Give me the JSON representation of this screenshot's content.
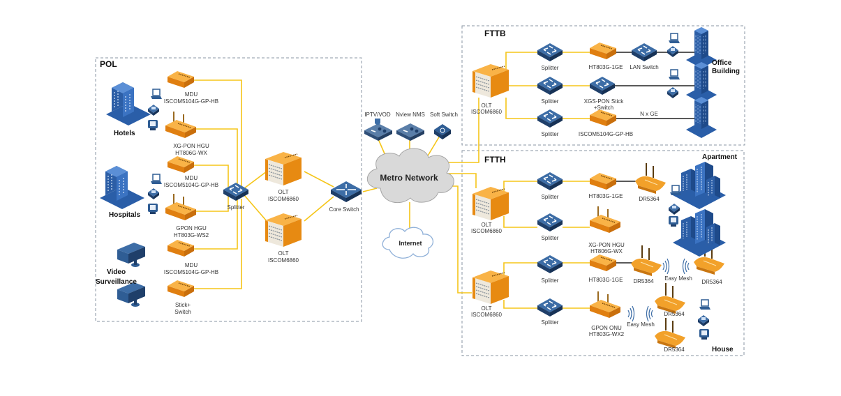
{
  "regions": {
    "pol": "POL",
    "fttb": "FTTB",
    "ftth": "FTTH"
  },
  "colors": {
    "fiber": "#f5c518",
    "copper": "#222222",
    "device_orange": "#f39c1e",
    "device_blue": "#2f5d94",
    "building_blue": "#2a5ea8",
    "cloud": "#dcdcdc",
    "region_border": "#8a96a3"
  },
  "pol": {
    "user_groups": [
      "Hotels",
      "Hospitals",
      "Video Surveillance"
    ],
    "devices": [
      {
        "line1": "MDU",
        "line2": "ISCOM5104G-GP-HB"
      },
      {
        "line1": "XG-PON HGU",
        "line2": "HT806G-WX"
      },
      {
        "line1": "MDU",
        "line2": "ISCOM5104G-GP-HB"
      },
      {
        "line1": "GPON HGU",
        "line2": "HT803G-WS2"
      },
      {
        "line1": "MDU",
        "line2": "ISCOM5104G-GP-HB"
      },
      {
        "line1": "Stick+",
        "line2": "Switch"
      }
    ],
    "splitter": "Splitter",
    "olts": [
      {
        "line1": "OLT",
        "line2": "ISCOM6860"
      },
      {
        "line1": "OLT",
        "line2": "ISCOM6860"
      }
    ],
    "core_switch": "Core Switch"
  },
  "core": {
    "services": [
      "IPTV/VOD",
      "Nview NMS",
      "Soft Switch"
    ],
    "metro": "Metro Network",
    "internet": "Internet"
  },
  "fttb": {
    "olt": {
      "line1": "OLT",
      "line2": "ISCOM6860"
    },
    "rows": [
      {
        "splitter": "Splitter",
        "device": "HT803G-1GE",
        "switch": "LAN Switch"
      },
      {
        "splitter": "Splitter",
        "device_line1": "XGS-PON Stick",
        "device_line2": "+Switch"
      },
      {
        "splitter": "Splitter",
        "device": "ISCOM5104G-GP-HB",
        "link": "N x GE"
      }
    ],
    "building": {
      "line1": "Office",
      "line2": "Building"
    }
  },
  "ftth": {
    "olts": [
      {
        "line1": "OLT",
        "line2": "ISCOM6860"
      },
      {
        "line1": "OLT",
        "line2": "ISCOM6860"
      }
    ],
    "rows": [
      {
        "splitter": "Splitter",
        "device": "HT803G-1GE",
        "router": "DR5364"
      },
      {
        "splitter": "Splitter",
        "device_line1": "XG-PON HGU",
        "device_line2": "HT806G-WX"
      },
      {
        "splitter": "Splitter",
        "device": "HT803G-1GE",
        "router": "DR5364",
        "mesh": "Easy Mesh",
        "mesh_router": "DR5364"
      },
      {
        "splitter": "Splitter",
        "device_line1": "GPON ONU",
        "device_line2": "HT803G-WX2",
        "mesh": "Easy Mesh",
        "mesh_routers": [
          "DR5364",
          "DR5364"
        ]
      }
    ],
    "apartment": "Apartment",
    "house": "House"
  }
}
